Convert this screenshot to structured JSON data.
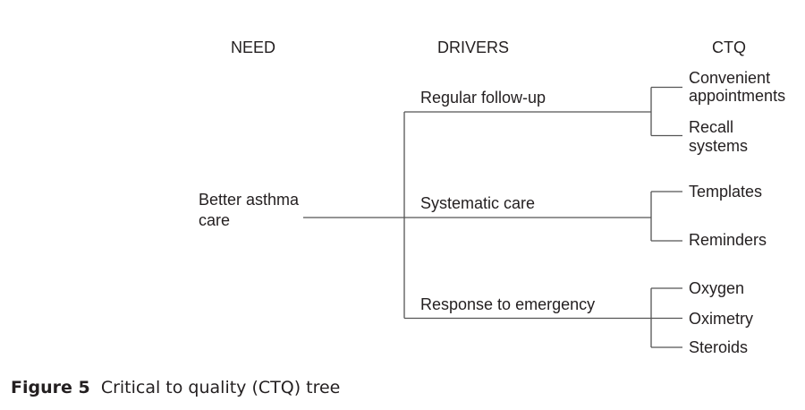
{
  "headers": {
    "need": "NEED",
    "drivers": "DRIVERS",
    "ctq": "CTQ"
  },
  "need": {
    "line1": "Better asthma",
    "line2": "care"
  },
  "drivers": [
    "Regular follow-up",
    "Systematic care",
    "Response to emergency"
  ],
  "ctq": {
    "convenient_1": "Convenient",
    "convenient_2": "appointments",
    "recall_1": "Recall",
    "recall_2": "systems",
    "templates": "Templates",
    "reminders": "Reminders",
    "oxygen": "Oxygen",
    "oximetry": "Oximetry",
    "steroids": "Steroids"
  },
  "caption": {
    "label": "Figure 5",
    "text": "Critical to quality (CTQ) tree"
  }
}
